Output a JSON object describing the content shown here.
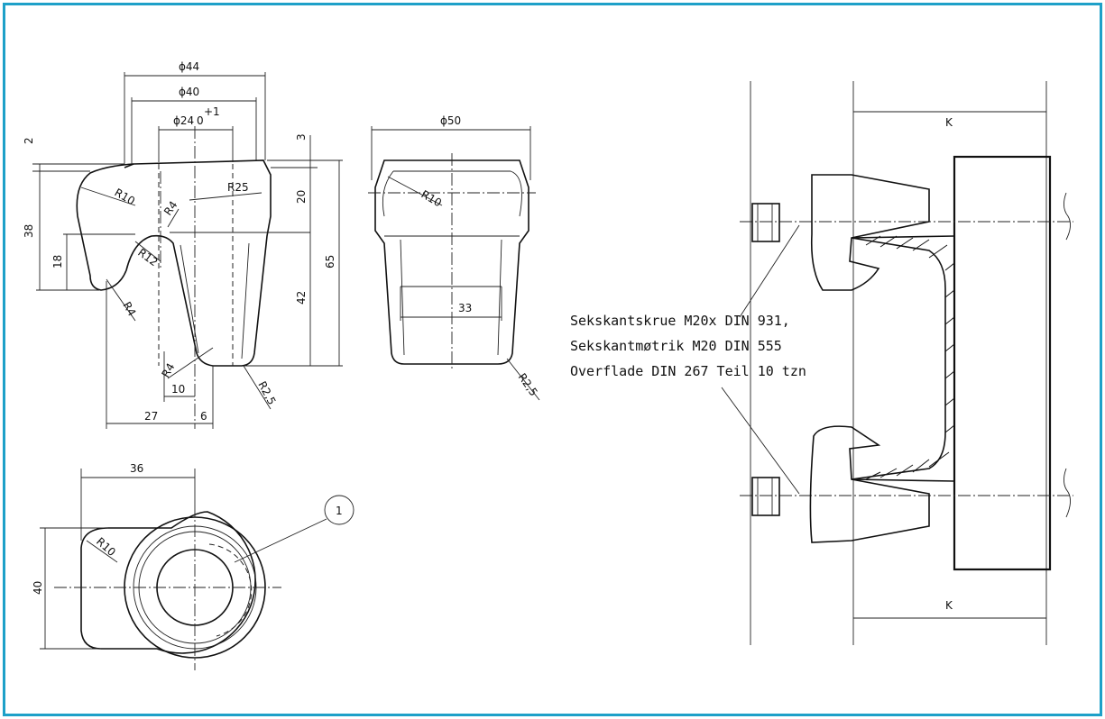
{
  "front_view": {
    "dims": {
      "d44": "ϕ44",
      "d40": "ϕ40",
      "d24": "ϕ24",
      "d24_tol": "0",
      "d24_tol_up": "+1",
      "v2": "2",
      "v38": "38",
      "v18": "18",
      "v3": "3",
      "v20": "20",
      "v65": "65",
      "v42": "42",
      "r10": "R10",
      "r25": "R25",
      "r4_top": "R4",
      "r12": "R12",
      "r4_left": "R4",
      "r4_bottom": "R4",
      "r2_5": "R2,5",
      "v10": "10",
      "v27": "27",
      "v6": "6"
    }
  },
  "side_view": {
    "dims": {
      "d50": "ϕ50",
      "r10": "R10",
      "v33": "33",
      "r2_5": "R2,5"
    }
  },
  "top_view": {
    "dims": {
      "v36": "36",
      "v40": "40",
      "r10": "R10"
    },
    "balloon": "1"
  },
  "assembly": {
    "note_lines": [
      "Sekskantskrue M20x  DIN 931,",
      "Sekskantmøtrik M20 DIN 555",
      "Overflade DIN 267 Teil 10 tzn"
    ],
    "k_top": "K",
    "k_bottom": "K"
  }
}
